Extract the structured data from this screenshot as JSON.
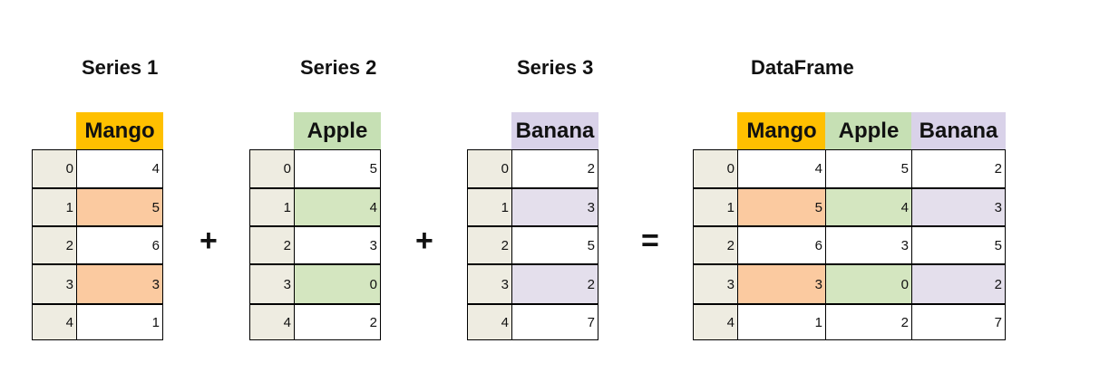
{
  "series_titles": [
    "Series 1",
    "Series 2",
    "Series 3"
  ],
  "dataframe_title": "DataFrame",
  "operators": [
    "+",
    "+",
    "="
  ],
  "index": [
    "0",
    "1",
    "2",
    "3",
    "4"
  ],
  "series": [
    {
      "header": "Mango",
      "values": [
        "4",
        "5",
        "6",
        "3",
        "1"
      ],
      "header_color": "#ffc000",
      "highlight_color": "#fbcaa0",
      "highlight_rows": [
        1,
        3
      ]
    },
    {
      "header": "Apple",
      "values": [
        "5",
        "4",
        "3",
        "0",
        "2"
      ],
      "header_color": "#c6e0b4",
      "highlight_color": "#d4e6c0",
      "highlight_rows": [
        1,
        3
      ]
    },
    {
      "header": "Banana",
      "values": [
        "2",
        "3",
        "5",
        "2",
        "7"
      ],
      "header_color": "#d9d2e9",
      "highlight_color": "#e4dfec",
      "highlight_rows": [
        1,
        3
      ]
    }
  ],
  "dataframe": {
    "columns": [
      "Mango",
      "Apple",
      "Banana"
    ],
    "rows": [
      [
        "4",
        "5",
        "2"
      ],
      [
        "5",
        "4",
        "3"
      ],
      [
        "6",
        "3",
        "5"
      ],
      [
        "3",
        "0",
        "2"
      ],
      [
        "1",
        "2",
        "7"
      ]
    ]
  },
  "colors": {
    "index_bg": "#eeece1",
    "border": "#000000"
  }
}
